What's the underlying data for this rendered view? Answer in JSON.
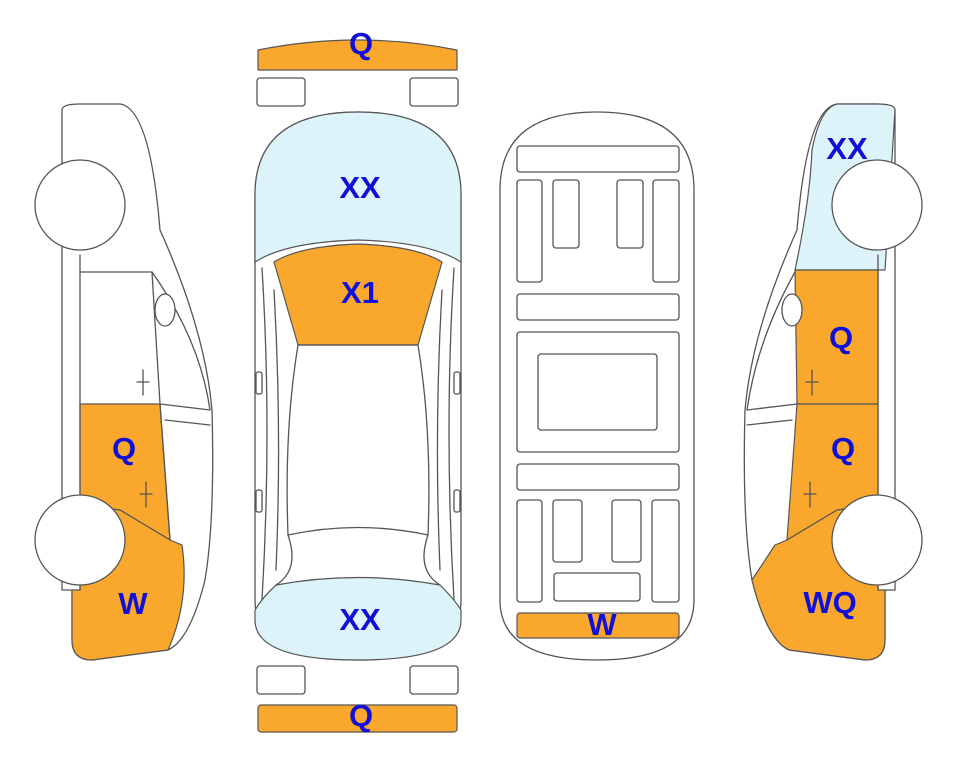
{
  "colors": {
    "damage": "#F9A82D",
    "glass": "#DCF3FA",
    "label": "#1010D8",
    "outline": "#555555"
  },
  "labels": {
    "front_bumper": "Q",
    "windshield": "XX",
    "hood": "X1",
    "rear_window": "XX",
    "rear_bumper": "Q",
    "underbody_rear": "W",
    "left_rear_door": "Q",
    "left_rear_quarter": "W",
    "right_rear_glass": "XX",
    "right_front_door": "Q",
    "right_rear_door": "Q",
    "right_rear_quarter": "WQ"
  }
}
